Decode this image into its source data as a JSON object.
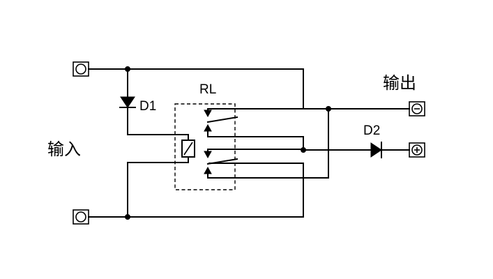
{
  "labels": {
    "input": "输入",
    "output": "输出",
    "diode1": "D1",
    "diode2": "D2",
    "relay": "RL"
  },
  "terminals": {
    "negative_symbol": "minus-icon",
    "positive_symbol": "plus-icon"
  },
  "colors": {
    "line": "#000000",
    "background": "#ffffff"
  }
}
